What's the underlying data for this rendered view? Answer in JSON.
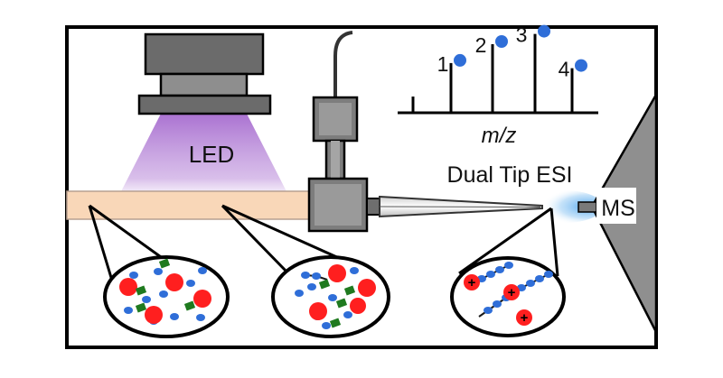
{
  "labels": {
    "led": "LED",
    "axis": "m/z",
    "source": "Dual Tip ESI",
    "detector": "MS"
  },
  "spectrum": {
    "peaks": [
      {
        "label": "1",
        "relative_height": 0.58
      },
      {
        "label": "2",
        "relative_height": 0.8
      },
      {
        "label": "3",
        "relative_height": 0.92
      },
      {
        "label": "4",
        "relative_height": 0.52
      }
    ]
  },
  "colors": {
    "frame": "#000000",
    "led_glow": "#9b59c9",
    "capillary": "#f9d7b8",
    "housing": "#8c8c8c",
    "dark_housing": "#5e5e5e",
    "spray": "#6fb4ea",
    "ion_blue": "#2f6ed8",
    "ion_red": "#ff1f1f",
    "ion_green": "#1f7a1f",
    "ms_body": "#8f8f8f"
  }
}
